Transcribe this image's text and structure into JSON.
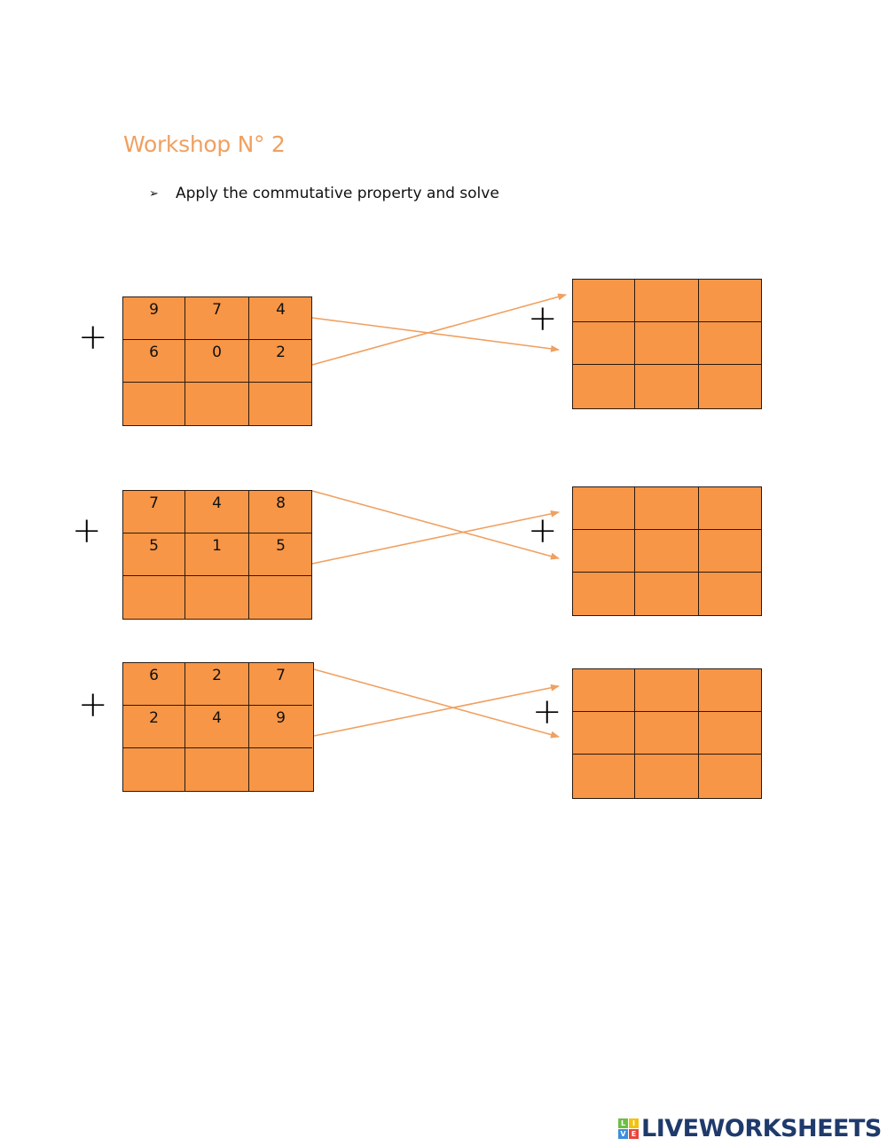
{
  "title": "Workshop N° 2",
  "instruction": {
    "bullet": "➢",
    "text": "Apply the commutative property and solve"
  },
  "colors": {
    "cell_fill": "#F79646",
    "arrow": "#F0A060",
    "title": "#F0A060",
    "logo_text": "#1F3A6B"
  },
  "operator_symbol": "+",
  "exercises": [
    {
      "left": {
        "rows": [
          [
            "9",
            "7",
            "4"
          ],
          [
            "6",
            "0",
            "2"
          ],
          [
            "",
            "",
            ""
          ]
        ]
      },
      "right": {
        "rows": [
          [
            "",
            "",
            ""
          ],
          [
            "",
            "",
            ""
          ],
          [
            "",
            "",
            ""
          ]
        ]
      }
    },
    {
      "left": {
        "rows": [
          [
            "7",
            "4",
            "8"
          ],
          [
            "5",
            "1",
            "5"
          ],
          [
            "",
            "",
            ""
          ]
        ]
      },
      "right": {
        "rows": [
          [
            "",
            "",
            ""
          ],
          [
            "",
            "",
            ""
          ],
          [
            "",
            "",
            ""
          ]
        ]
      }
    },
    {
      "left": {
        "rows": [
          [
            "6",
            "2",
            "7"
          ],
          [
            "2",
            "4",
            "9"
          ],
          [
            "",
            "",
            ""
          ]
        ]
      },
      "right": {
        "rows": [
          [
            "",
            "",
            ""
          ],
          [
            "",
            "",
            ""
          ],
          [
            "",
            "",
            ""
          ]
        ]
      }
    }
  ],
  "logo": {
    "blocks": [
      "L",
      "I",
      "V",
      "E"
    ],
    "block_colors": [
      "#6DBE45",
      "#F4C20D",
      "#3C8DDE",
      "#E8453C"
    ],
    "text": "LIVEWORKSHEETS"
  }
}
